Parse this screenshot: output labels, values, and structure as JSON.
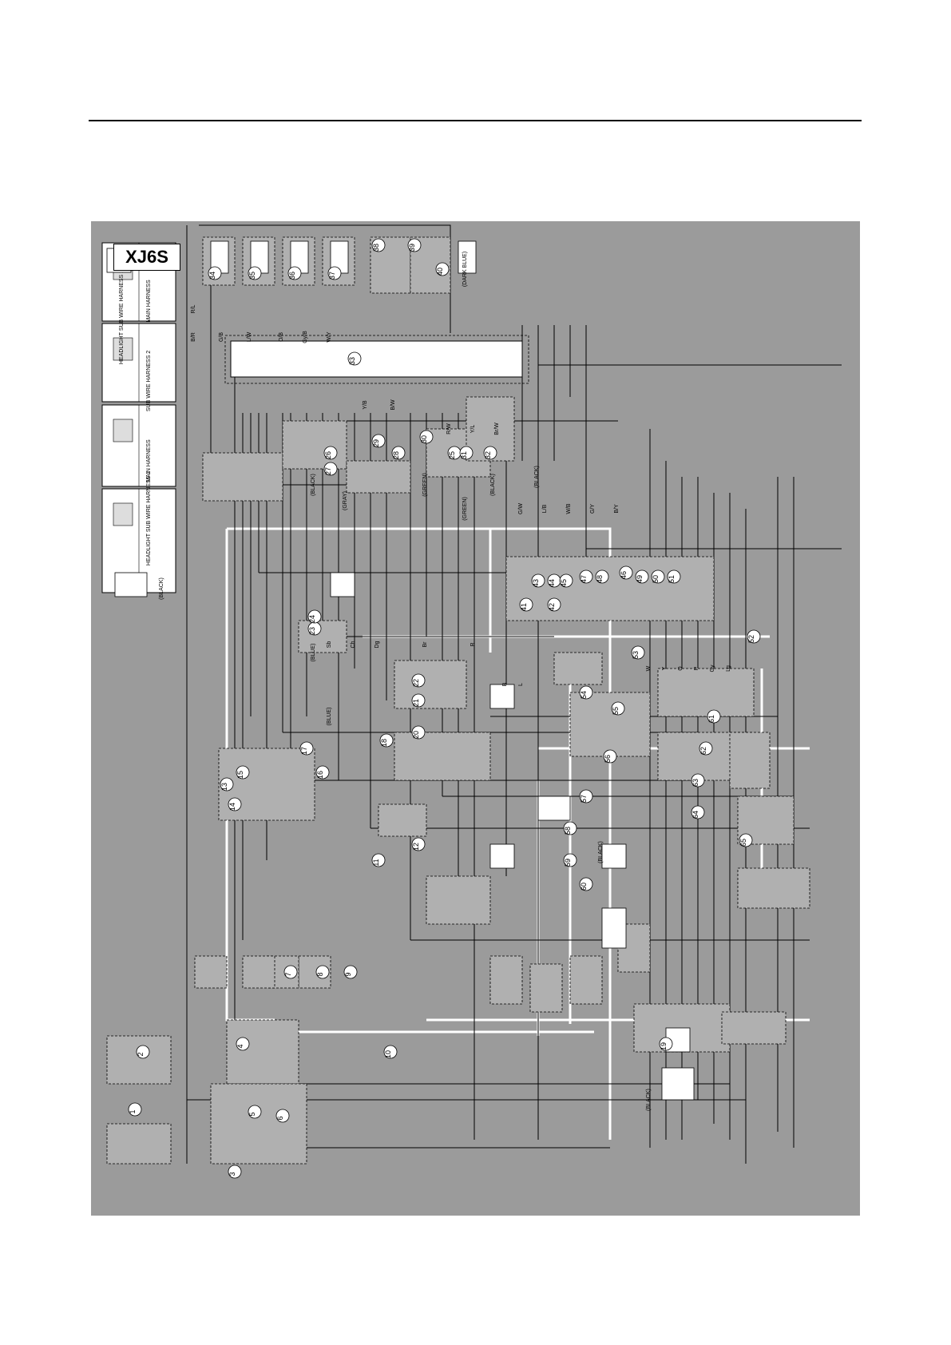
{
  "diagram": {
    "model_title": "XJ6S",
    "harness_labels": [
      "MAIN HARNESS",
      "SUB WIRE HARNESS 2",
      "HEADLIGHT SUB WIRE HARNESS 1",
      "HEADLIGHT SUB WIRE HARNESS 2"
    ],
    "connector_colors": [
      "BLACK",
      "GRAY",
      "BLUE",
      "GREEN",
      "DARK BLUE"
    ],
    "component_numbers": [
      "1",
      "2",
      "3",
      "4",
      "5",
      "6",
      "7",
      "8",
      "9",
      "10",
      "11",
      "12",
      "13",
      "14",
      "15",
      "16",
      "17",
      "18",
      "19",
      "20",
      "21",
      "22",
      "23",
      "24",
      "25",
      "26",
      "27",
      "28",
      "29",
      "30",
      "31",
      "32",
      "33",
      "34",
      "35",
      "36",
      "37",
      "38",
      "39",
      "40",
      "41",
      "42",
      "43",
      "44",
      "45",
      "46",
      "47",
      "48",
      "49",
      "50",
      "51",
      "52",
      "53",
      "54",
      "55",
      "56",
      "57",
      "58",
      "59",
      "60",
      "61",
      "62",
      "63",
      "64",
      "65"
    ],
    "wire_codes": [
      "R/L",
      "B/R",
      "G/B",
      "L/W",
      "O/B",
      "Gy/B",
      "W/Y",
      "Y/B",
      "B/W",
      "R/W",
      "Y/L",
      "Br/W",
      "G/W",
      "L/B",
      "W/B",
      "G/Y",
      "B/Y",
      "Sb",
      "Ch",
      "Dg",
      "Br",
      "R",
      "B",
      "L",
      "W",
      "Y",
      "O",
      "P",
      "Gy",
      "Lg"
    ]
  }
}
